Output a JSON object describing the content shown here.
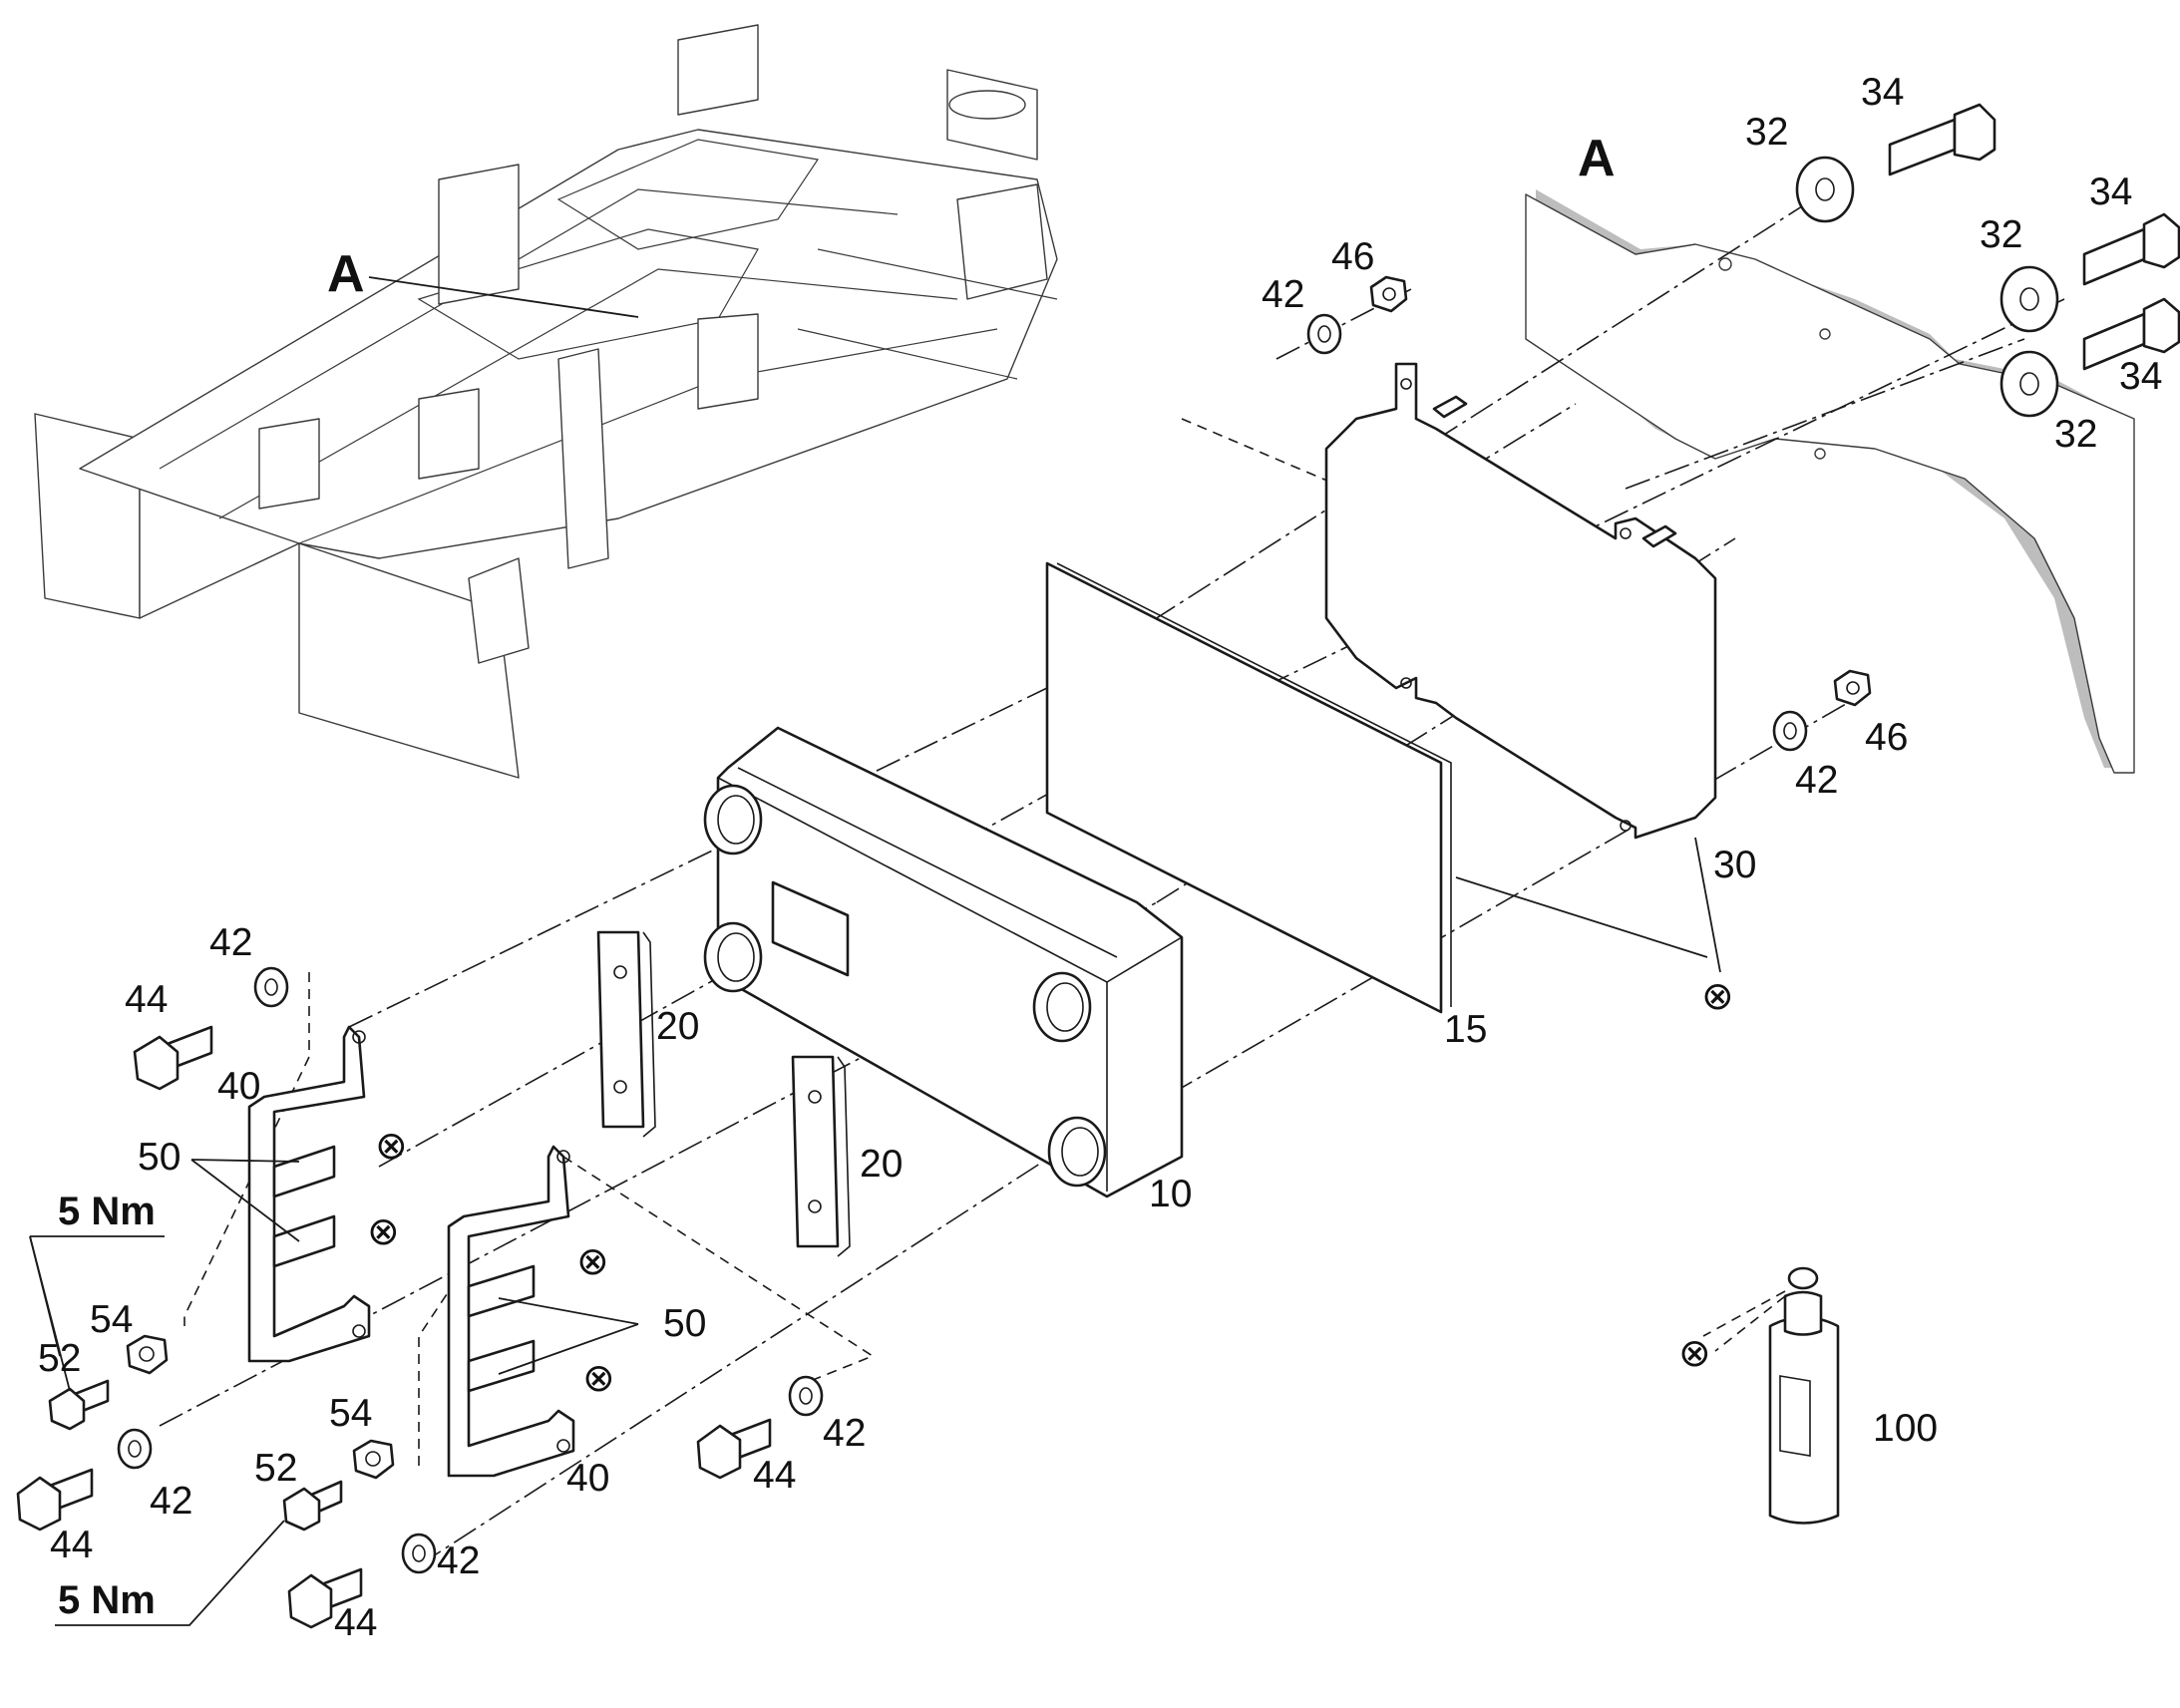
{
  "detail_letter": "A",
  "torque_label": "5 Nm",
  "callouts": {
    "c10": "10",
    "c15": "15",
    "c20": "20",
    "c30": "30",
    "c32": "32",
    "c34": "34",
    "c40": "40",
    "c42": "42",
    "c44": "44",
    "c46": "46",
    "c50": "50",
    "c52": "52",
    "c54": "54",
    "c100": "100"
  },
  "symbols": {
    "adhesive": "⊗"
  }
}
